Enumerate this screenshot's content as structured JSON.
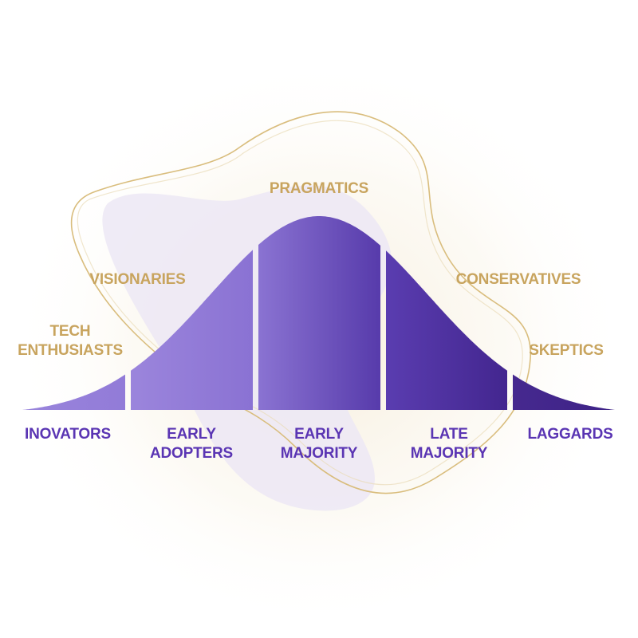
{
  "colors": {
    "gold": "#c8a45e",
    "purple_text": "#5a35b3",
    "purple_light": "#9b86db",
    "purple_mid": "#6d4fbf",
    "purple_dark": "#3f2489"
  },
  "psychographics": {
    "tech_enthusiasts": {
      "line1": "TECH",
      "line2": "ENTHUSIASTS"
    },
    "visionaries": "VISIONARIES",
    "pragmatics": "PRAGMATICS",
    "conservatives": "CONSERVATIVES",
    "skeptics": "SKEPTICS"
  },
  "segments": {
    "innovators": "INOVATORS",
    "early_adopters": {
      "line1": "EARLY",
      "line2": "ADOPTERS"
    },
    "early_majority": {
      "line1": "EARLY",
      "line2": "MAJORITY"
    },
    "late_majority": {
      "line1": "LATE",
      "line2": "MAJORITY"
    },
    "laggards": "LAGGARDS"
  }
}
